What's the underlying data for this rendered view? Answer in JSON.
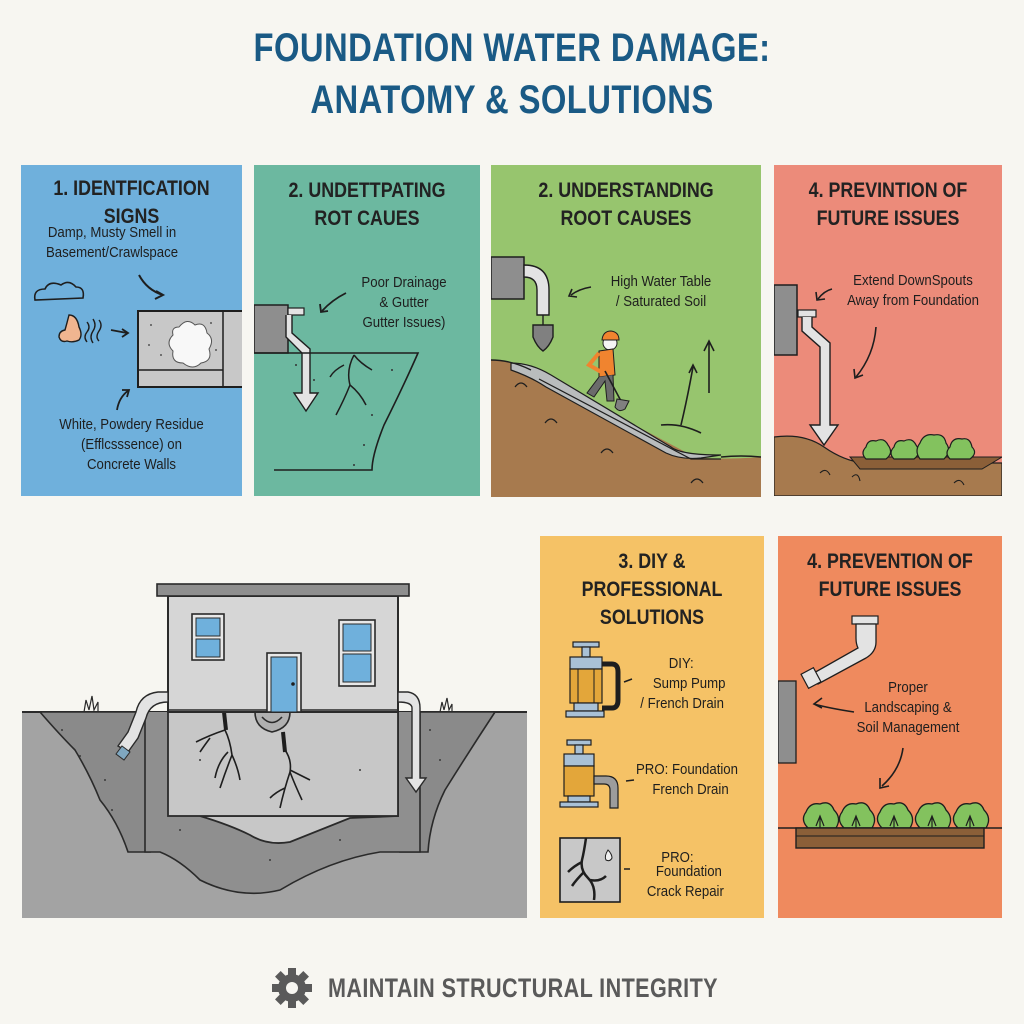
{
  "title": {
    "line1": "FOUNDATION WATER DAMAGE:",
    "line2": "ANATOMY & SOLUTIONS",
    "color": "#1a5a85"
  },
  "panels": [
    {
      "id": "identification-signs",
      "title_line1": "1. IDENTFICATION",
      "title_line2": "SIGNS",
      "color": "#6fb0dc",
      "labels": [
        {
          "line1": "Damp, Musty Smell in",
          "line2": "Basement/Crawlspace"
        },
        {
          "line1": "White, Powdery Residue",
          "line2": "(Efflcsssence) on",
          "line3": "Concrete Walls"
        }
      ],
      "icons": [
        "cloud-icon",
        "nose-icon",
        "smell-waves-icon",
        "efflorescence-wall-icon"
      ]
    },
    {
      "id": "rot-causes",
      "title_line1": "2. UNDETTPATING",
      "title_line2": "ROT CAUES",
      "color": "#6cb8a0",
      "labels": [
        {
          "line1": "Poor Drainage",
          "line2": "& Gutter",
          "line3": "Gutter Issues)"
        }
      ],
      "icons": [
        "wall-block-icon",
        "downspout-arrow-icon",
        "cracked-soil-icon"
      ]
    },
    {
      "id": "understanding-root-causes",
      "title_line1": "2. UNDERSTANDING",
      "title_line2": "ROOT CAUSES",
      "color": "#97c56e",
      "labels": [
        {
          "line1": "High Water Table",
          "line2": "/ Saturated Soil"
        }
      ],
      "icons": [
        "pipe-elbow-icon",
        "shovel-icon",
        "worker-icon",
        "slope-icon",
        "rising-water-arrow-icon"
      ]
    },
    {
      "id": "prevention-downspouts",
      "title_line1": "4. PREVINTION OF",
      "title_line2": "FUTURE ISSUES",
      "color": "#ec8b7a",
      "labels": [
        {
          "line1": "Extend DownSpouts",
          "line2": "Away from Foundation"
        }
      ],
      "icons": [
        "wall-block-icon",
        "extended-downspout-icon",
        "shrubs-icon"
      ]
    },
    {
      "id": "diy-professional-solutions",
      "title_line1": "3. DIY & PROFESSIONAL",
      "title_line2": "SOLUTIONS",
      "color": "#f5c266",
      "items": [
        {
          "icon": "sump-pump-icon",
          "line1": "DIY:",
          "line2": "Sump Pump",
          "line3": "/ French Drain"
        },
        {
          "icon": "french-drain-pump-icon",
          "line1": "PRO: Foundation",
          "line2": "French Drain"
        },
        {
          "icon": "crack-repair-icon",
          "line1": "PRO:",
          "line2": "Foundation",
          "line3": "Crack Repair"
        }
      ]
    },
    {
      "id": "prevention-landscaping",
      "title_line1": "4. PREVENTION OF",
      "title_line2": "FUTURE ISSUES",
      "color": "#ef8a5e",
      "labels": [
        {
          "line1": "Proper",
          "line2": "Landscaping &",
          "line3": "Soil Management"
        }
      ],
      "icons": [
        "pipe-elbow-icon",
        "wall-block-icon",
        "shrubs-icon"
      ]
    }
  ],
  "house_diagram": {
    "icons": [
      "house-icon",
      "window-icon",
      "door-icon",
      "foundation-crack-icon",
      "downspout-icon",
      "soil-icon"
    ],
    "colors": {
      "wall": "#d6d6d6",
      "window": "#6fb0dc",
      "soil": "#8a8a8a",
      "ground": "#a3a3a3"
    }
  },
  "footer": {
    "icon": "gear-icon",
    "text": "MAINTAIN STRUCTURAL INTEGRITY",
    "color": "#5a5a5a"
  }
}
